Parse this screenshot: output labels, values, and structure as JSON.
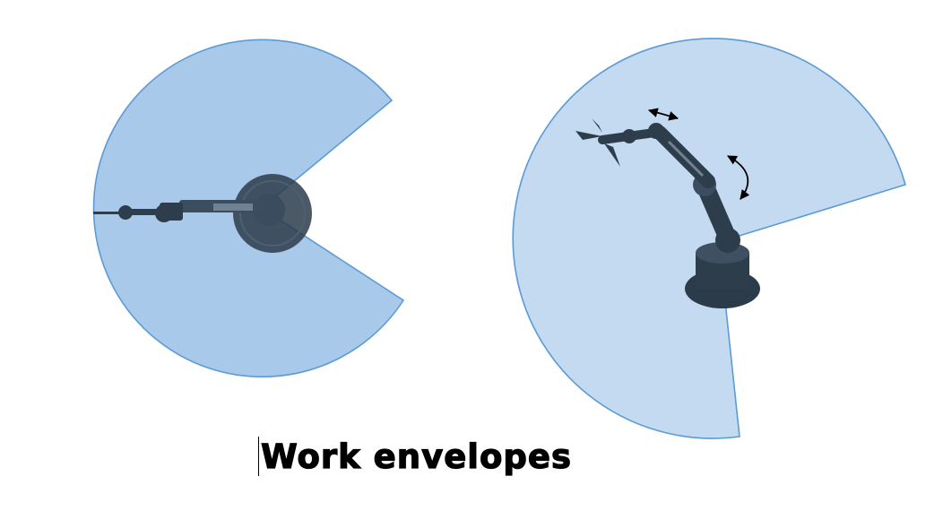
{
  "caption": {
    "text": "Work envelopes"
  },
  "diagrams": [
    {
      "name": "top-view-work-envelope",
      "fill_color": "#a9c9ea",
      "stroke_color": "#5b9bd5",
      "robot_color": "#2e3d4c"
    },
    {
      "name": "side-view-work-envelope",
      "fill_color": "#c3daf0",
      "stroke_color": "#5b9bd5",
      "robot_color": "#2e3d4c"
    }
  ],
  "icons": [
    "double-arrow-icon",
    "curved-double-arrow-icon",
    "text-cursor-icon"
  ]
}
